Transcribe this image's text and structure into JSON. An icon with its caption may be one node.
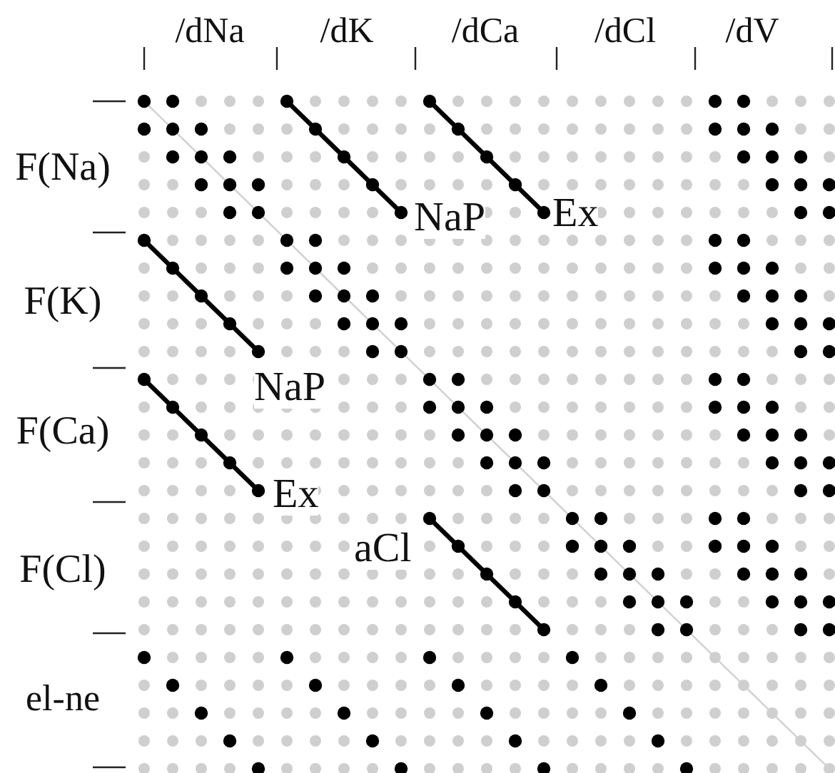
{
  "diagram": {
    "labels": [
      "/dNa",
      "/dK",
      "/dCa",
      "/dCl",
      "/dV",
      "F(Na)",
      "NaP",
      "Ex",
      "F(K)",
      "NaP",
      "F(Ca)",
      "Ex",
      "aCl",
      "F(Cl)",
      "el-ne"
    ]
  }
}
